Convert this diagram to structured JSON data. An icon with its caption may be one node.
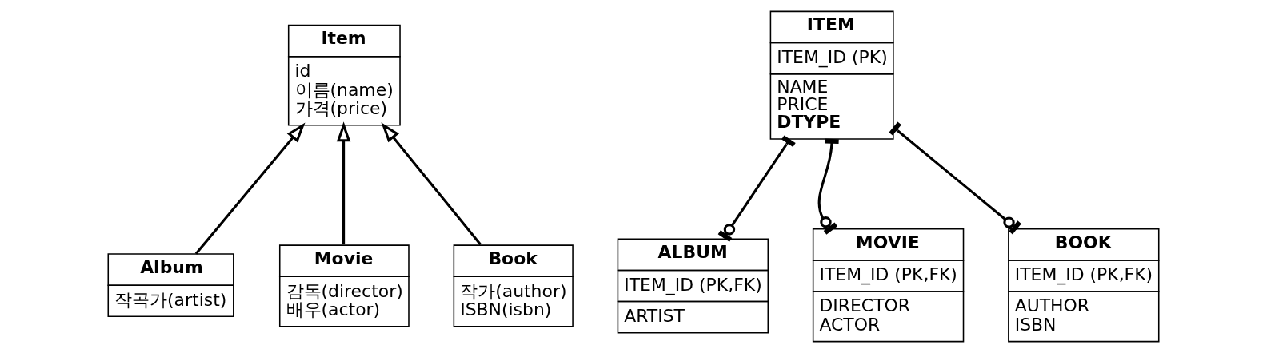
{
  "diagram": {
    "nodes": [
      {
        "text": [
          "Item",
          "id",
          "이름(name)",
          "가격(price)"
        ]
      },
      {
        "text": [
          "Album",
          "작곡가(artist)"
        ]
      },
      {
        "text": [
          "Movie",
          "감독(director)",
          "배우(actor)"
        ]
      },
      {
        "text": [
          "Book",
          "작가(author)",
          "ISBN(isbn)"
        ]
      },
      {
        "text": [
          "ITEM",
          "ITEM_ID (PK)",
          "NAME",
          "PRICE",
          "DTYPE"
        ]
      },
      {
        "text": [
          "ALBUM",
          "ITEM_ID (PK,FK)",
          "ARTIST"
        ]
      },
      {
        "text": [
          "MOVIE",
          "ITEM_ID (PK,FK)",
          "DIRECTOR",
          "ACTOR"
        ]
      },
      {
        "text": [
          "BOOK",
          "ITEM_ID (PK,FK)",
          "AUTHOR",
          "ISBN"
        ]
      }
    ],
    "edges": [
      {
        "from": 1,
        "to": 0,
        "arrow": "to"
      },
      {
        "from": 2,
        "to": 0,
        "arrow": "to"
      },
      {
        "from": 3,
        "to": 0,
        "arrow": "to"
      },
      {
        "from": 5,
        "to": 4,
        "arrow": "other"
      },
      {
        "from": 6,
        "to": 4,
        "arrow": "other"
      },
      {
        "from": 7,
        "to": 4,
        "arrow": "other"
      }
    ]
  }
}
